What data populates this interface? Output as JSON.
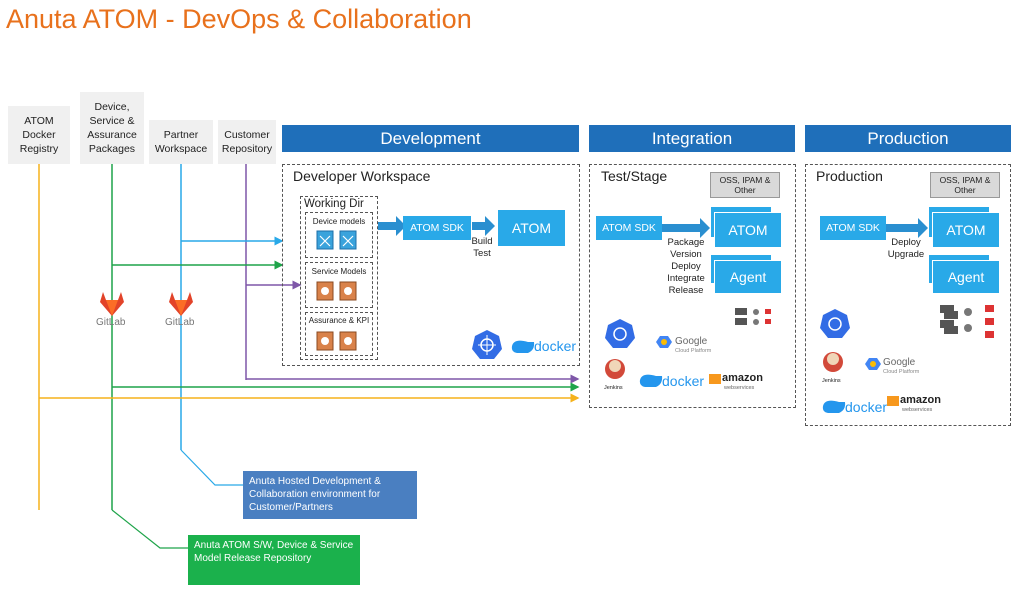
{
  "title": "Anuta ATOM - DevOps & Collaboration",
  "sources": [
    {
      "label": "ATOM\nDocker\nRegistry"
    },
    {
      "label": "Device,\nService &\nAssurance\nPackages"
    },
    {
      "label": "Partner\nWorkspace"
    },
    {
      "label": "Customer\nRepository"
    }
  ],
  "banners": {
    "development": "Development",
    "integration": "Integration",
    "production": "Production"
  },
  "development": {
    "workspace_title": "Developer Workspace",
    "working_dir": "Working Dir",
    "device_models": "Device models",
    "service_models": "Service Models",
    "assurance_kpi": "Assurance & KPI",
    "sdk_label": "ATOM SDK",
    "atom_label": "ATOM",
    "steps": "Build\nTest",
    "docker": "docker"
  },
  "integration": {
    "title": "Test/Stage",
    "oss_box": "OSS, IPAM &\nOther",
    "sdk_label": "ATOM SDK",
    "atom_label": "ATOM",
    "agent_label": "Agent",
    "steps": "Package\nVersion\nDeploy\nIntegrate\nRelease",
    "google": "Google",
    "google_sub": "Cloud Platform",
    "jenkins": "Jenkins",
    "docker": "docker",
    "amazon": "amazon",
    "amazon_sub": "webservices"
  },
  "production": {
    "title": "Production",
    "oss_box": "OSS, IPAM &\nOther",
    "sdk_label": "ATOM SDK",
    "atom_label": "ATOM",
    "agent_label": "Agent",
    "steps": "Deploy\nUpgrade",
    "google": "Google",
    "google_sub": "Cloud Platform",
    "jenkins": "Jenkins",
    "docker": "docker",
    "amazon": "amazon",
    "amazon_sub": "webservices"
  },
  "gitlab": "GitLab",
  "notes": {
    "hosted": "Anuta Hosted Development & Collaboration environment for Customer/Partners",
    "release": "Anuta ATOM S/W, Device & Service Model Release Repository"
  },
  "colors": {
    "orange": "#e8711c",
    "yellow": "#f5b21b",
    "green": "#1fa44a",
    "cyan": "#29a9e8",
    "purple": "#7e57a8",
    "navy": "#1f6fba",
    "note_blue": "#4a7fc1",
    "note_green": "#1bb14c"
  }
}
